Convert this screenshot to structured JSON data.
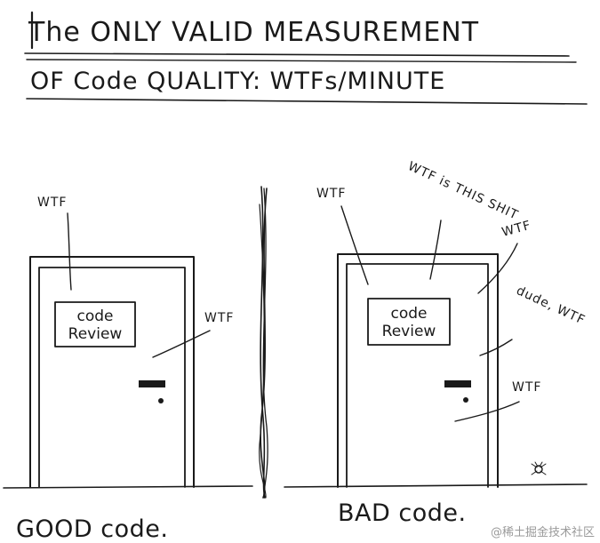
{
  "title": {
    "line1": "The ONLY VALID MEASUREMENT",
    "line2": "OF Code QUALITY: WTFs/MINUTE"
  },
  "panels": [
    {
      "caption": "GOOD code.",
      "sign": [
        "code",
        "Review"
      ],
      "annotations": [
        "WTF",
        "WTF"
      ]
    },
    {
      "caption": "BAD code.",
      "sign": [
        "code",
        "Review"
      ],
      "annotations": [
        "WTF",
        "WTF is THIS SHIT",
        "WTF",
        "dude, WTF",
        "WTF"
      ]
    }
  ],
  "watermark": "@稀土掘金技术社区",
  "colors": {
    "ink": "#1a1a1a",
    "paper": "#ffffff",
    "watermark": "#9a9a9a"
  }
}
